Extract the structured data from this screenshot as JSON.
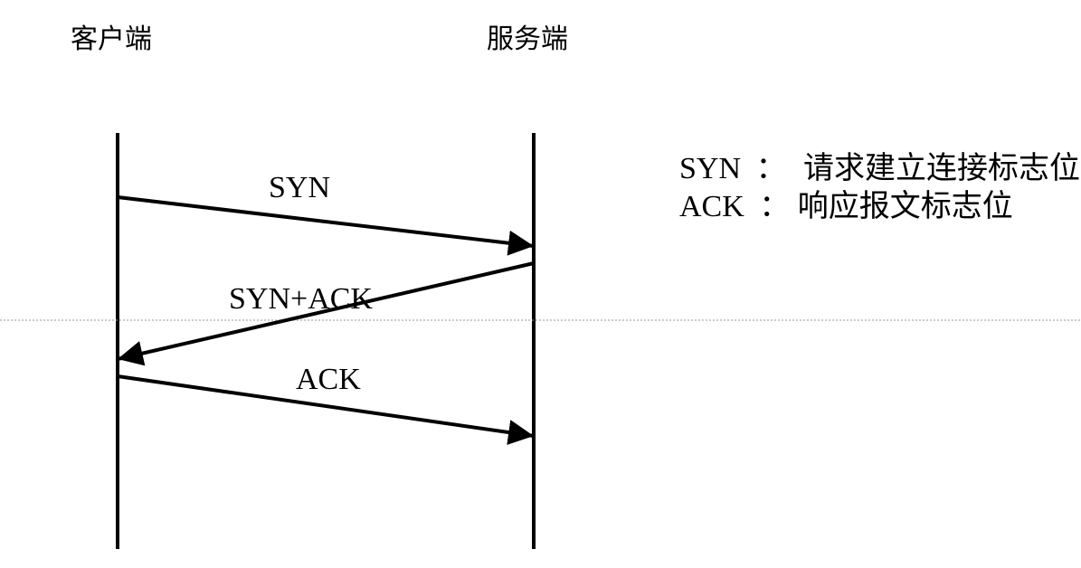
{
  "diagram": {
    "lanes": {
      "client": "客户端",
      "server": "服务端"
    },
    "messages": [
      {
        "id": "syn",
        "label": "SYN",
        "direction": "client-to-server"
      },
      {
        "id": "syn-ack",
        "label": "SYN+ACK",
        "direction": "server-to-client"
      },
      {
        "id": "ack",
        "label": "ACK",
        "direction": "client-to-server"
      }
    ],
    "legend": [
      {
        "term": "SYN",
        "separator": "：",
        "meaning": "请求建立连接标志位"
      },
      {
        "term": "ACK",
        "separator": "：",
        "meaning": "响应报文标志位"
      }
    ],
    "colors": {
      "line": "#000000",
      "divider": "#999999",
      "background": "#ffffff"
    }
  }
}
